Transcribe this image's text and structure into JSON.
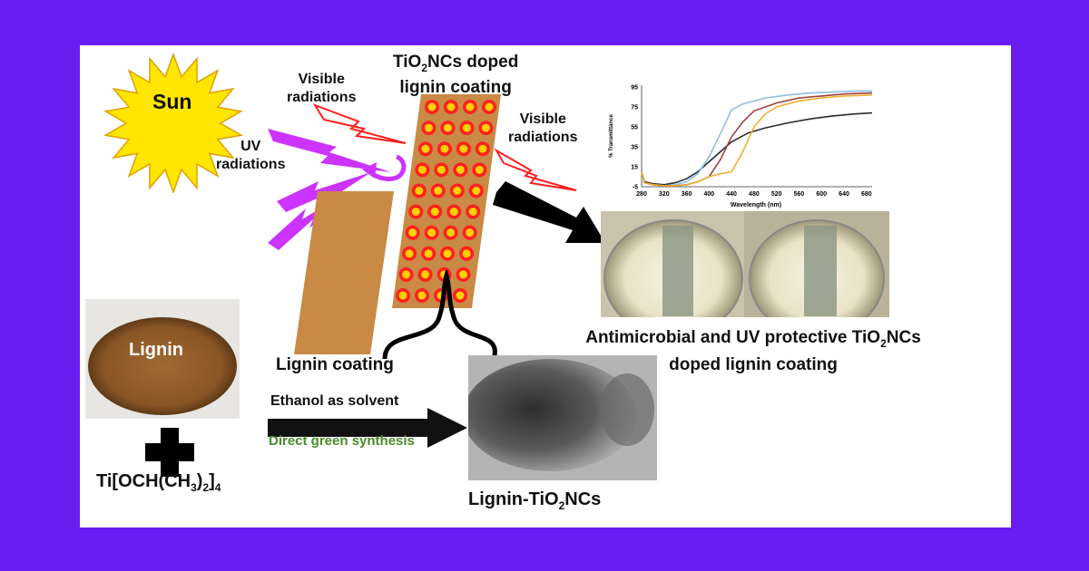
{
  "sun": {
    "label": "Sun"
  },
  "radiation": {
    "visible_left": [
      "Visible",
      "radiations"
    ],
    "uv": [
      "UV",
      "radiations"
    ],
    "visible_right": [
      "Visible",
      "radiations"
    ]
  },
  "coating_doped": {
    "line1_a": "TiO",
    "line1_sub": "2",
    "line1_b": "NCs doped",
    "line2": "lignin coating"
  },
  "coating_plain": {
    "label": "Lignin coating"
  },
  "lignin_photo": {
    "label": "Lignin"
  },
  "precursor": {
    "a": "Ti[OCH(CH",
    "sub1": "3",
    "b": ")",
    "sub2": "2",
    "c": "]",
    "sub3": "4"
  },
  "synthesis": {
    "solvent": "Ethanol as solvent",
    "method": "Direct green synthesis"
  },
  "product": {
    "a": "Lignin-TiO",
    "sub": "2",
    "b": "NCs"
  },
  "result": {
    "line1_a": "Antimicrobial and UV protective TiO",
    "line1_sub": "2",
    "line1_b": "NCs",
    "line2": "doped lignin coating"
  },
  "colors": {
    "background": "#6a1df0",
    "lignin": "#c88a44",
    "uv": "#cc33ff",
    "sun": "#ffe600",
    "dot_ring": "#ff2020",
    "dot_core": "#ffd000"
  },
  "chart_data": {
    "type": "line",
    "title": "",
    "xlabel": "Wavelength (nm)",
    "ylabel": "% Transmittance",
    "xlim": [
      280,
      690
    ],
    "ylim": [
      -5,
      95
    ],
    "xticks": [
      280,
      320,
      360,
      400,
      440,
      480,
      520,
      560,
      600,
      640,
      680
    ],
    "yticks": [
      -5,
      15,
      35,
      55,
      75,
      95
    ],
    "series": [
      {
        "color": "#2b2b2b",
        "x": [
          280,
          285,
          300,
          320,
          340,
          360,
          380,
          400,
          420,
          440,
          470,
          500,
          540,
          580,
          620,
          660,
          690
        ],
        "y": [
          10,
          0,
          -2,
          -3,
          -1,
          3,
          10,
          20,
          30,
          40,
          49,
          54,
          59,
          63,
          66,
          68,
          69
        ]
      },
      {
        "color": "#8fbde0",
        "x": [
          280,
          285,
          300,
          320,
          340,
          360,
          380,
          400,
          420,
          440,
          460,
          500,
          540,
          580,
          620,
          660,
          690
        ],
        "y": [
          10,
          -1,
          -3,
          -4,
          -3,
          0,
          8,
          25,
          48,
          72,
          78,
          84,
          87,
          89,
          90,
          91,
          91
        ]
      },
      {
        "color": "#a04040",
        "x": [
          280,
          285,
          300,
          320,
          340,
          360,
          380,
          400,
          420,
          440,
          460,
          480,
          520,
          560,
          600,
          640,
          690
        ],
        "y": [
          10,
          -1,
          -3,
          -4,
          -4,
          -3,
          0,
          5,
          22,
          45,
          60,
          71,
          79,
          84,
          86,
          88,
          89
        ]
      },
      {
        "color": "#f0b030",
        "x": [
          280,
          285,
          300,
          320,
          340,
          360,
          380,
          400,
          420,
          440,
          460,
          480,
          500,
          520,
          560,
          600,
          640,
          690
        ],
        "y": [
          10,
          -1,
          -3,
          -4,
          -4,
          -3,
          0,
          5,
          8,
          10,
          30,
          55,
          68,
          75,
          81,
          84,
          86,
          87
        ]
      }
    ]
  }
}
